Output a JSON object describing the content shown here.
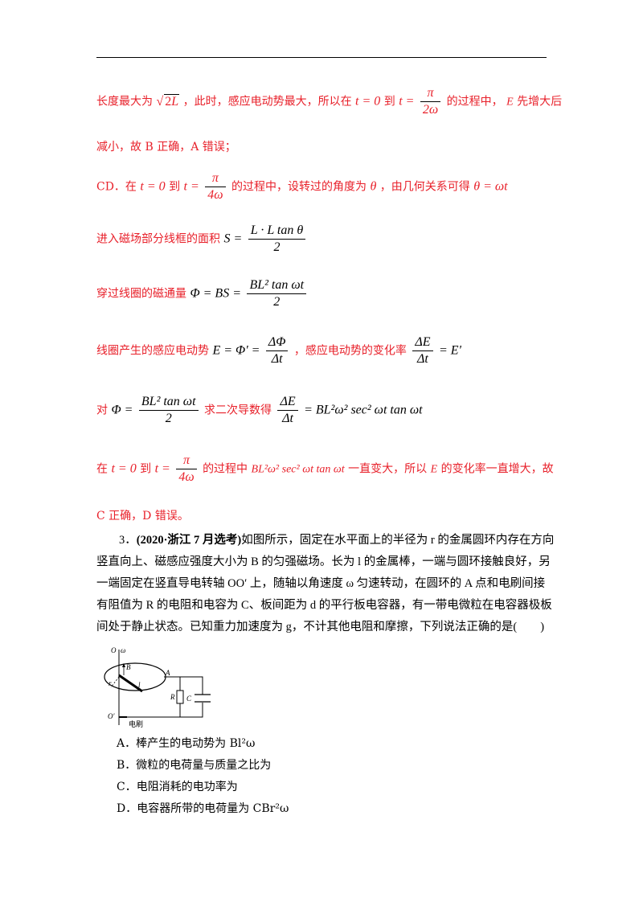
{
  "page": {
    "header_rule": true
  },
  "solution": {
    "line1": {
      "t1": "长度最大为",
      "m1": "√2L",
      "t2": "，此时，感应电动势最大，所以在",
      "m2": "t = 0",
      "t3": "到",
      "m3_lhs": "t =",
      "m3_num": "π",
      "m3_den": "2ω",
      "t4": "的过程中，",
      "m4": "E",
      "t5": "先增大后"
    },
    "line2": {
      "t1": "减小，故 B 正确，A 错误；"
    },
    "line3": {
      "t1": "CD．在",
      "m1": "t = 0",
      "t2": "到",
      "m2_lhs": "t =",
      "m2_num": "π",
      "m2_den": "4ω",
      "t3": "的过程中，设转过的角度为",
      "m3": "θ",
      "t4": "，由几何关系可得",
      "m4": "θ = ωt"
    },
    "line4": {
      "t1": "进入磁场部分线框的面积",
      "lhs": "S =",
      "num": "L · L tan θ",
      "den": "2"
    },
    "line5": {
      "t1": "穿过线圈的磁通量",
      "lhs": "Φ = BS =",
      "num": "BL² tan ωt",
      "den": "2"
    },
    "line6": {
      "t1": "线圈产生的感应电动势",
      "lhs": "E = Φ' =",
      "num": "ΔΦ",
      "den": "Δt",
      "t2": "，感应电动势的变化率",
      "num2": "ΔE",
      "den2": "Δt",
      "rhs2": "= E'"
    },
    "line7": {
      "t1": "对",
      "lhs": "Φ =",
      "num": "BL² tan ωt",
      "den": "2",
      "t2": "求二次导数得",
      "num2": "ΔE",
      "den2": "Δt",
      "rhs2": "= BL²ω² sec² ωt tan ωt"
    },
    "line8": {
      "t1": "在",
      "m1": "t = 0",
      "t2": "到",
      "m2_lhs": "t =",
      "m2_num": "π",
      "m2_den": "4ω",
      "t3": "的过程中",
      "m3": "BL²ω² sec² ωt tan ωt",
      "t4": "一直变大，所以",
      "m4": "E",
      "t5": "的变化率一直增大，故"
    },
    "line9": {
      "t1": "C 正确，D 错误。"
    }
  },
  "question": {
    "number": "3．",
    "source": "(2020·浙江 7 月选考)",
    "line1_rest": "如图所示，固定在水平面上的半径为 r 的金属圆环内存在方向",
    "line2": "竖直向上、磁感应强度大小为 B 的匀强磁场。长为 l 的金属棒，一端与圆环接触良好，另",
    "line3": "一端固定在竖直导电转轴 OO′ 上，随轴以角速度 ω 匀速转动，在圆环的 A 点和电刷间接",
    "line4": "有阻值为 R 的电阻和电容为 C、板间距为 d 的平行板电容器，有一带电微粒在电容器极板",
    "line5": "间处于静止状态。已知重力加速度为 g，不计其他电阻和摩擦，下列说法正确的是(　　)"
  },
  "figure": {
    "labels": {
      "O": "O",
      "omega": "ω",
      "B": "B",
      "r": "r",
      "l": "l",
      "A": "A",
      "R": "R",
      "C": "C",
      "O_prime": "O′",
      "brush": "电刷"
    }
  },
  "options": [
    {
      "key": "A．",
      "text": "棒产生的电动势为 Bl²ω"
    },
    {
      "key": "B．",
      "text": "微粒的电荷量与质量之比为"
    },
    {
      "key": "C．",
      "text": "电阻消耗的电功率为"
    },
    {
      "key": "D．",
      "text": "电容器所带的电荷量为 CBr²ω"
    }
  ],
  "colors": {
    "solution": "#e8202a",
    "body": "#000000"
  }
}
